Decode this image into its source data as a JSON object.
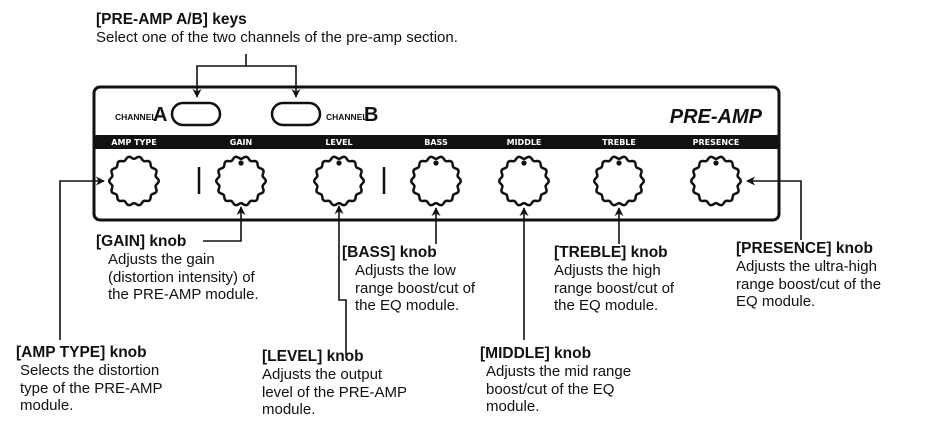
{
  "panel": {
    "channel_a_small": "CHANNEL",
    "channel_a_letter": "A",
    "channel_b_small": "CHANNEL",
    "channel_b_letter": "B",
    "title": "PRE-AMP",
    "knob_labels": [
      "AMP TYPE",
      "GAIN",
      "LEVEL",
      "BASS",
      "MIDDLE",
      "TREBLE",
      "PRESENCE"
    ]
  },
  "callouts": {
    "preamp_keys": {
      "title": "[PRE-AMP A/B] keys",
      "desc": [
        "Select one of the two channels of the pre-amp section."
      ]
    },
    "gain": {
      "title": "[GAIN] knob",
      "desc": [
        "Adjusts the gain",
        "(distortion intensity) of",
        "the PRE-AMP module."
      ]
    },
    "bass": {
      "title": "[BASS] knob",
      "desc": [
        "Adjusts the low",
        "range boost/cut of",
        "the EQ module."
      ]
    },
    "treble": {
      "title": "[TREBLE] knob",
      "desc": [
        "Adjusts the high",
        "range boost/cut of",
        "the EQ module."
      ]
    },
    "presence": {
      "title": "[PRESENCE] knob",
      "desc": [
        "Adjusts the ultra-high",
        "range boost/cut of the",
        "EQ module."
      ]
    },
    "amp_type": {
      "title": "[AMP TYPE] knob",
      "desc": [
        "Selects the distortion",
        "type of the PRE-AMP",
        "module."
      ]
    },
    "level": {
      "title": "[LEVEL] knob",
      "desc": [
        "Adjusts the output",
        "level of the PRE-AMP",
        "module."
      ]
    },
    "middle": {
      "title": "[MIDDLE] knob",
      "desc": [
        "Adjusts the mid range",
        "boost/cut of the EQ",
        "module."
      ]
    }
  },
  "colors": {
    "ink": "#111111",
    "panel_bg": "#ffffff",
    "label_bar": "#111111",
    "label_text": "#ffffff"
  }
}
